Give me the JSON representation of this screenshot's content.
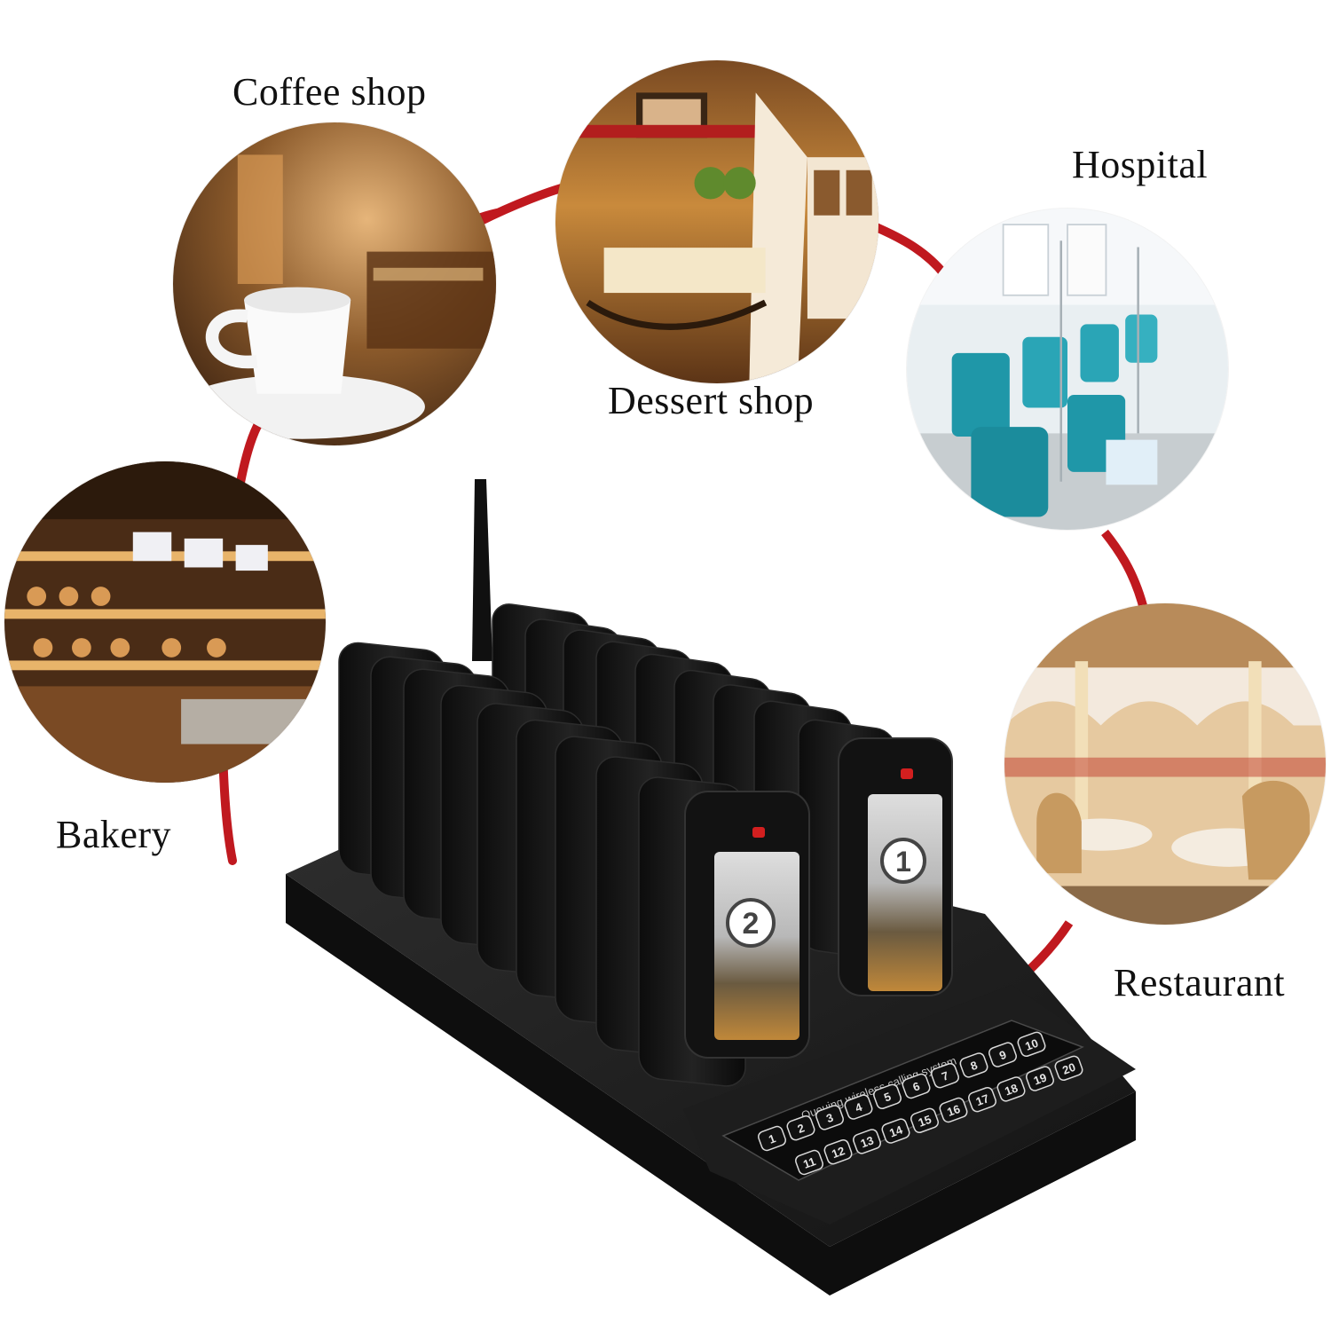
{
  "locations": {
    "coffee_shop": "Coffee shop",
    "dessert_shop": "Dessert shop",
    "hospital": "Hospital",
    "bakery": "Bakery",
    "restaurant": "Restaurant"
  },
  "device": {
    "pager_numbers": [
      "1",
      "2"
    ],
    "panel_title": "Queuing wireless calling system",
    "keypad": [
      "1",
      "2",
      "3",
      "4",
      "5",
      "6",
      "7",
      "8",
      "9",
      "10",
      "11",
      "12",
      "13",
      "14",
      "15",
      "16",
      "17",
      "18",
      "19",
      "20"
    ]
  },
  "colors": {
    "connector": "#c0191f",
    "device_body": "#1a1a1a",
    "pager_body": "#141414"
  }
}
